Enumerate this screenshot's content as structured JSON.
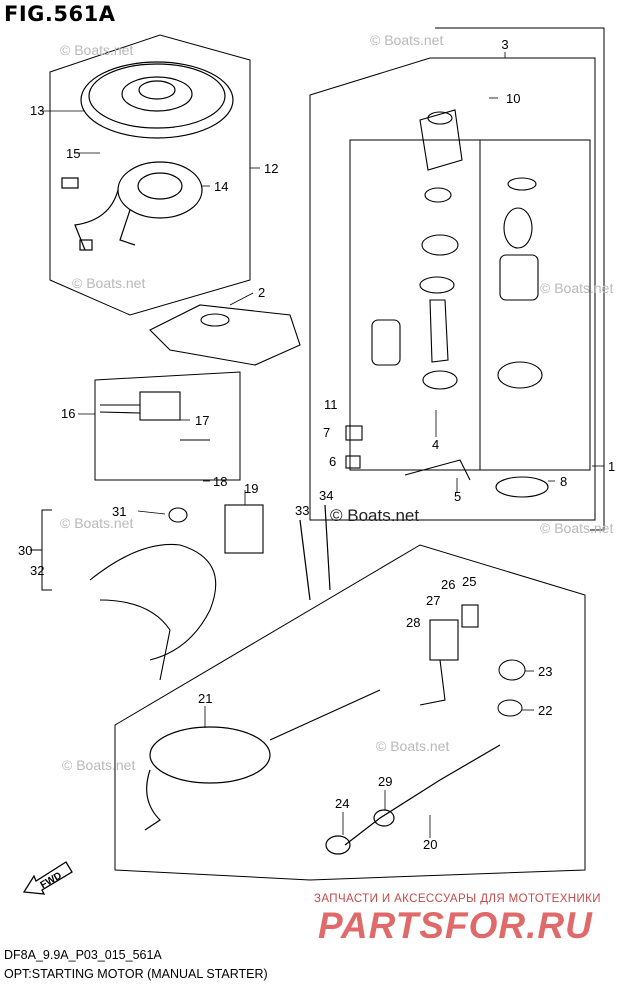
{
  "figure": {
    "title": "FIG.561A"
  },
  "callouts": [
    "1",
    "2",
    "3",
    "4",
    "5",
    "6",
    "7",
    "8",
    "10",
    "11",
    "12",
    "13",
    "14",
    "15",
    "16",
    "17",
    "18",
    "19",
    "20",
    "21",
    "22",
    "23",
    "24",
    "25",
    "26",
    "27",
    "28",
    "29",
    "30",
    "31",
    "32",
    "33",
    "34"
  ],
  "watermark": {
    "text": "© Boats.net",
    "center_text": "© Boats.net"
  },
  "fwd_label": "FWD",
  "shop": {
    "tagline": "ЗАПЧАСТИ И АКСЕССУАРЫ ДЛЯ МОТОТЕХНИКИ",
    "logo": "PARTSFOR.RU"
  },
  "footer": {
    "model_code": "DF8A_9.9A_P03_015_561A",
    "caption": "OPT:STARTING MOTOR (MANUAL STARTER)"
  }
}
